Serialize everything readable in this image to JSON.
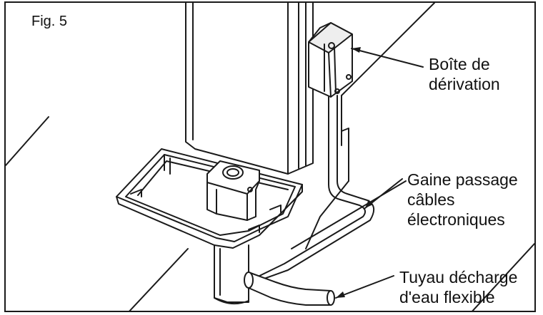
{
  "figure": {
    "label": "Fig. 5"
  },
  "labels": {
    "box": {
      "line1": "Boîte de",
      "line2": "dérivation"
    },
    "conduit": {
      "line1": "Gaine passage",
      "line2": "câbles",
      "line3": "électroniques"
    },
    "hose": {
      "line1": "Tuyau décharge",
      "line2": "d'eau flexible"
    }
  },
  "colors": {
    "line": "#1a1a1a",
    "fill": "#ffffff",
    "shade": "#eeeeee"
  }
}
